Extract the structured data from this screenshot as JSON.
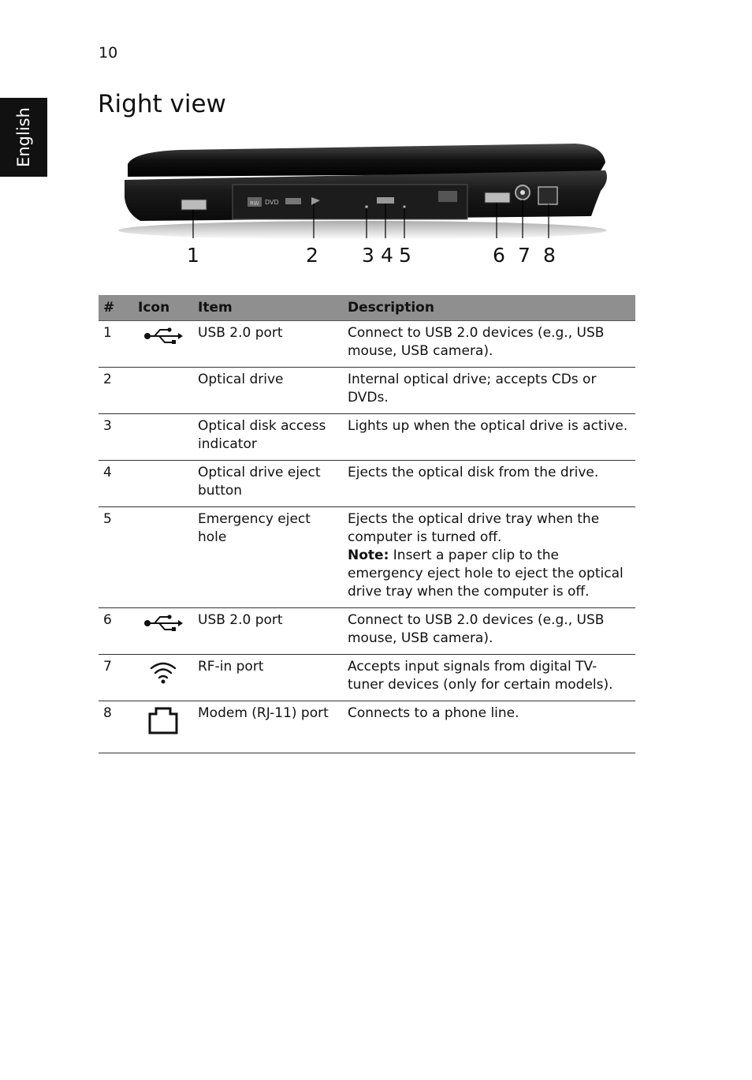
{
  "page": {
    "number": "10",
    "language_tab": "English",
    "title": "Right view"
  },
  "figure": {
    "callouts": [
      "1",
      "2",
      "3",
      "4",
      "5",
      "6",
      "7",
      "8"
    ],
    "drive_labels": {
      "rw": "RW",
      "dvd": "DVD"
    }
  },
  "table": {
    "headers": {
      "num": "#",
      "icon": "Icon",
      "item": "Item",
      "description": "Description"
    },
    "rows": [
      {
        "num": "1",
        "icon": "usb-icon",
        "item": "USB 2.0 port",
        "description": "Connect to USB 2.0 devices (e.g., USB mouse, USB camera)."
      },
      {
        "num": "2",
        "icon": "",
        "item": "Optical drive",
        "description": "Internal optical drive; accepts CDs or DVDs."
      },
      {
        "num": "3",
        "icon": "",
        "item": "Optical disk access indicator",
        "description": "Lights up when the optical drive is active."
      },
      {
        "num": "4",
        "icon": "",
        "item": "Optical drive eject button",
        "description": "Ejects the optical disk from the drive."
      },
      {
        "num": "5",
        "icon": "",
        "item": "Emergency eject hole",
        "description": "Ejects the optical drive tray when the computer is turned off.",
        "note_label": "Note:",
        "note_text": " Insert a paper clip to the emergency eject hole to eject the optical drive tray when the computer is off."
      },
      {
        "num": "6",
        "icon": "usb-icon",
        "item": "USB 2.0 port",
        "description": "Connect to USB 2.0 devices (e.g., USB mouse, USB camera)."
      },
      {
        "num": "7",
        "icon": "rf-in-icon",
        "item": "RF-in port",
        "description": "Accepts input signals from digital TV-tuner devices (only for certain models)."
      },
      {
        "num": "8",
        "icon": "modem-icon",
        "item": "Modem (RJ-11) port",
        "description": "Connects to a phone line."
      }
    ]
  }
}
